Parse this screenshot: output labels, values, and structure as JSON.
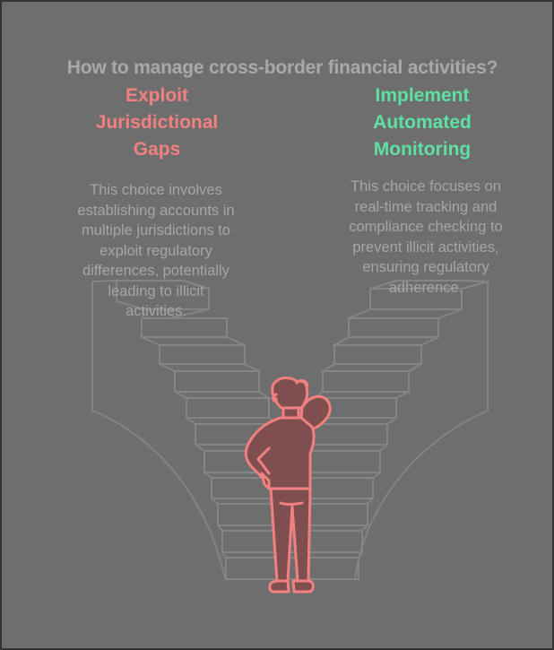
{
  "title": "How to manage cross-border financial activities?",
  "options": {
    "left": {
      "title_lines": [
        "Exploit",
        "Jurisdictional",
        "Gaps"
      ],
      "description_lines": [
        "This choice involves",
        "establishing accounts in",
        "multiple jurisdictions to",
        "exploit regulatory",
        "differences, potentially",
        "leading to illicit",
        "activities."
      ],
      "color": "#f38080"
    },
    "right": {
      "title_lines": [
        "Implement",
        "Automated",
        "Monitoring"
      ],
      "description_lines": [
        "This choice focuses on",
        "real-time tracking and",
        "compliance checking to",
        "prevent illicit activities,",
        "ensuring regulatory",
        "adherence."
      ],
      "color": "#5ee0a2"
    }
  },
  "illustration": {
    "figure": "person-scratching-head-icon",
    "stairs": [
      "left-staircase",
      "right-staircase"
    ],
    "figure_stroke": "#f38080",
    "figure_fill": "#7f4f4f",
    "stair_stroke": "#858585",
    "background": "#6e6e6e"
  }
}
